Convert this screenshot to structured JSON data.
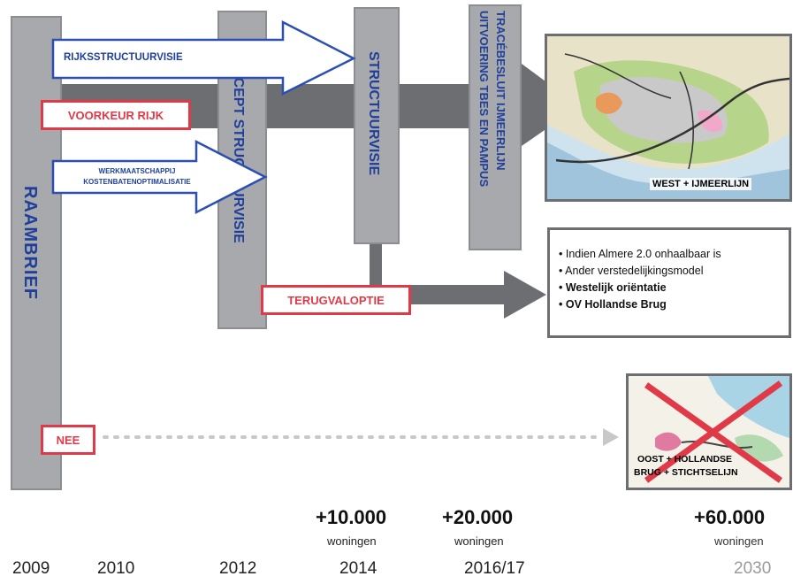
{
  "bars": {
    "raambrief": "RAAMBRIEF",
    "concept": "CONCEPT STRUCTUURVISIE",
    "structuurvisie": "STRUCTUURVISIE",
    "trace_line1": "TRACÉBESLUIT IJMEERLIJN",
    "trace_line2": "UITVOERING TBES EN PAMPUS"
  },
  "arrows": {
    "rijks": "RIJKSSTRUCTUURVISIE",
    "werk_line1": "WERKMAATSCHAPPIJ",
    "werk_line2": "KOSTENBATENOPTIMALISATIE"
  },
  "decisions": {
    "voorkeur": "VOORKEUR RIJK",
    "terugval": "TERUGVALOPTIE",
    "nee": "NEE"
  },
  "maps": {
    "west_caption": "WEST + IJMEERLIJN",
    "oost_line1": "OOST + HOLLANDSE",
    "oost_line2": "BRUG + STICHTSELIJN"
  },
  "fallback_list": [
    {
      "text": "Indien Almere 2.0 onhaalbaar is",
      "bold": false
    },
    {
      "text": "Ander verstedelijkingsmodel",
      "bold": false
    },
    {
      "text": "Westelijk oriëntatie",
      "bold": true
    },
    {
      "text": "OV Hollandse Brug",
      "bold": true
    }
  ],
  "milestones": {
    "m2014": {
      "count": "+10.000",
      "unit": "woningen"
    },
    "m2016": {
      "count": "+20.000",
      "unit": "woningen"
    },
    "m2030": {
      "count": "+60.000",
      "unit": "woningen"
    }
  },
  "years": [
    "2009",
    "2010",
    "2012",
    "2014",
    "2016/17",
    "2030"
  ],
  "colors": {
    "bar_gray": "#a7a9ac",
    "arrow_dark": "#6d6e71",
    "label_blue": "#1f3f9a",
    "label_red": "#e03a48"
  }
}
